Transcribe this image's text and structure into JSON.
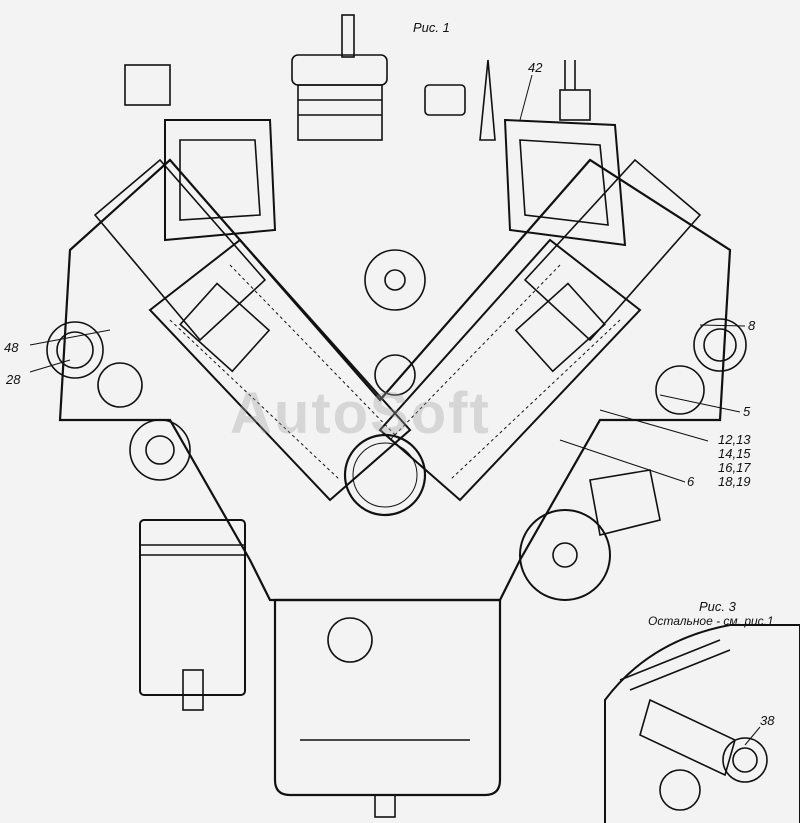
{
  "figure_title": "Рис. 1",
  "inset": {
    "title": "Рис. 3",
    "note": "Остальное - см. рис.1",
    "callout": "38"
  },
  "callouts": {
    "c42": "42",
    "c8": "8",
    "c48": "48",
    "c28": "28",
    "c5": "5",
    "c12": "12,13",
    "c14": "14,15",
    "c16": "16,17",
    "c18": "18,19",
    "c6": "6"
  },
  "watermark": "AutoSoft",
  "colors": {
    "line": "#111111",
    "background": "#f3f3f3"
  }
}
